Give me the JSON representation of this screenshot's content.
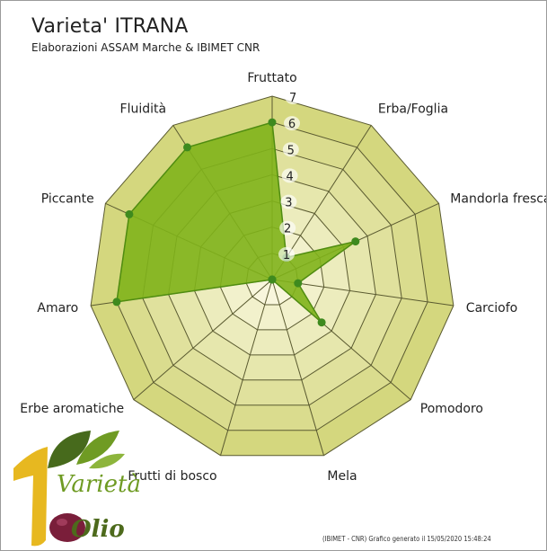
{
  "chart_data": {
    "type": "radar",
    "title": "Varieta' ITRANA",
    "subtitle": "Elaborazioni ASSAM Marche & IBIMET CNR",
    "categories": [
      "Fruttato",
      "Erba/Foglia",
      "Mandorla fresca",
      "Carciofo",
      "Pomodoro",
      "Mela",
      "Frutti di bosco",
      "Erbe aromatiche",
      "Amaro",
      "Piccante",
      "Fluidità"
    ],
    "series": [
      {
        "values": [
          6.0,
          1.0,
          3.5,
          1.0,
          2.5,
          0.0,
          0.0,
          0.0,
          6.0,
          6.0,
          6.0
        ]
      }
    ],
    "rlim": [
      0,
      7
    ],
    "ticks": [
      "1",
      "2",
      "3",
      "4",
      "5",
      "6",
      "7"
    ],
    "grid": true,
    "colors": {
      "series_fill": "#7fb31a",
      "series_stroke": "#4f8c10",
      "marker": "#3e8a1e",
      "grid": "#5a5a30",
      "ring_outer": "#d4d77e",
      "ring_inner": "#f8f6dc"
    }
  },
  "footer": "(IBIMET - CNR) Grafico generato il 15/05/2020 15:48:24",
  "logo": {
    "text_top": "Varietà",
    "text_bottom": "Olio",
    "digit": "1"
  }
}
